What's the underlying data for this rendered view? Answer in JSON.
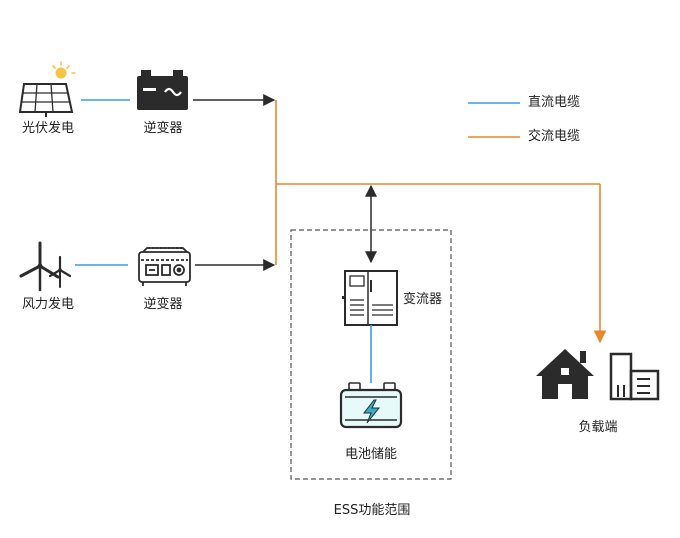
{
  "sources": {
    "pv": {
      "label": "光伏发电"
    },
    "wind": {
      "label": "风力发电"
    },
    "inverter_pv": {
      "label": "逆变器"
    },
    "inverter_wind": {
      "label": "逆变器"
    }
  },
  "ess": {
    "converter_label": "变流器",
    "battery_label": "电池储能",
    "region_label": "ESS功能范围"
  },
  "load": {
    "label": "负载端"
  },
  "legend": {
    "items": [
      {
        "label": "直流电缆",
        "color": "#3d9be9"
      },
      {
        "label": "交流电缆",
        "color": "#e8872b"
      }
    ]
  },
  "colors": {
    "dc": "#3d9be9",
    "ac": "#e8872b",
    "signal": "#2b2b2b",
    "icon": "#2b2b2b"
  },
  "icons": {
    "pv": "solar-panel-icon",
    "wind": "wind-turbine-icon",
    "inverter_pv": "battery-inverter-icon",
    "inverter_wind": "inverter-unit-icon",
    "converter": "converter-cabinet-icon",
    "battery": "battery-icon",
    "house": "house-icon",
    "building": "building-icon"
  }
}
